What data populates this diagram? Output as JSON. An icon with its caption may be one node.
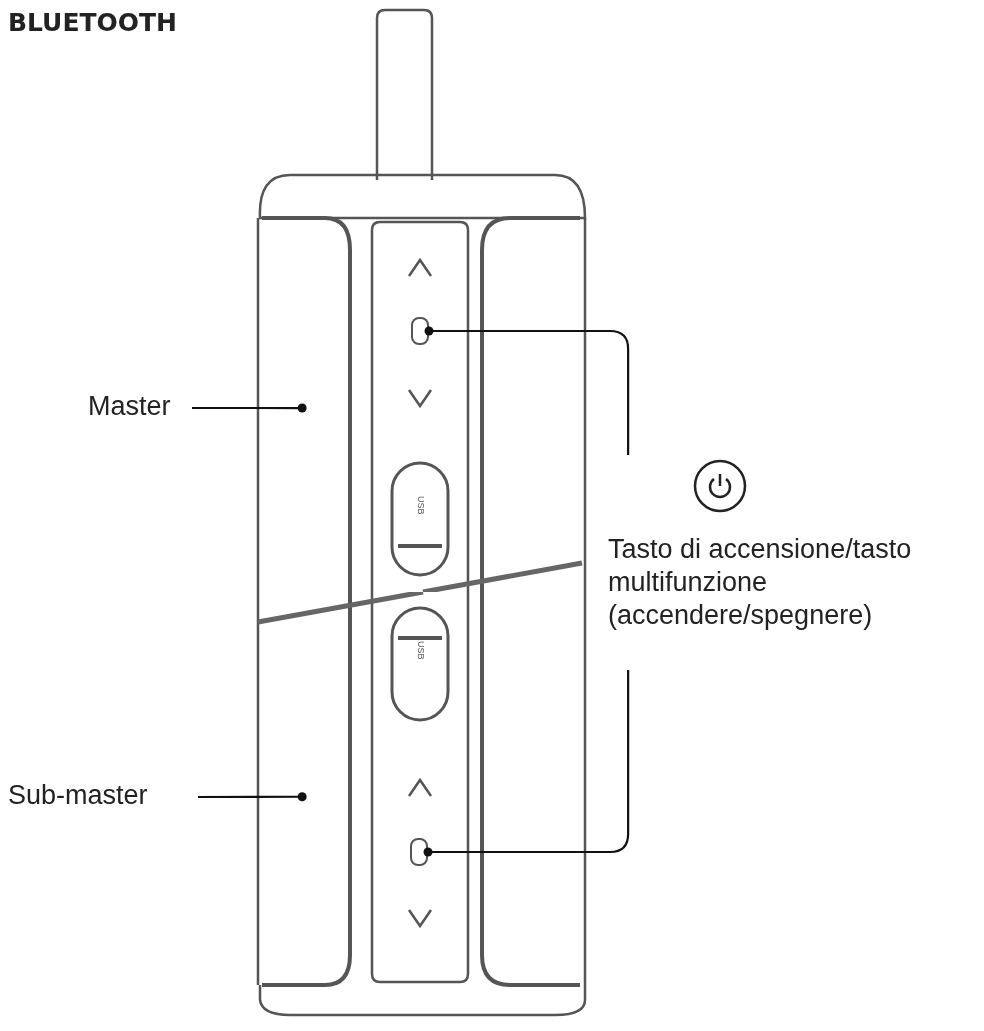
{
  "diagram": {
    "title": "BLUETOOTH",
    "nodes": [
      {
        "text": [
          "Master"
        ]
      },
      {
        "text": [],
        "shape": "picture"
      },
      {
        "text": [
          "Sub-master"
        ]
      },
      {
        "text": [],
        "shape": "picture"
      },
      {
        "text": [
          "Tasto di accensione/tasto multifunzione (accendere/spegnere)"
        ]
      },
      {
        "text": [],
        "shape": "box",
        "in": 1
      },
      {
        "text": [],
        "shape": "box",
        "in": 3
      }
    ],
    "edges": [
      {
        "from": 0,
        "to": 1,
        "arrow": "other"
      },
      {
        "from": 2,
        "to": 3,
        "arrow": "other"
      },
      {
        "from": 4,
        "to": 5,
        "arrow": "other"
      },
      {
        "from": 4,
        "to": 6,
        "arrow": "other"
      }
    ],
    "labels": [
      "USB",
      "USB"
    ]
  }
}
